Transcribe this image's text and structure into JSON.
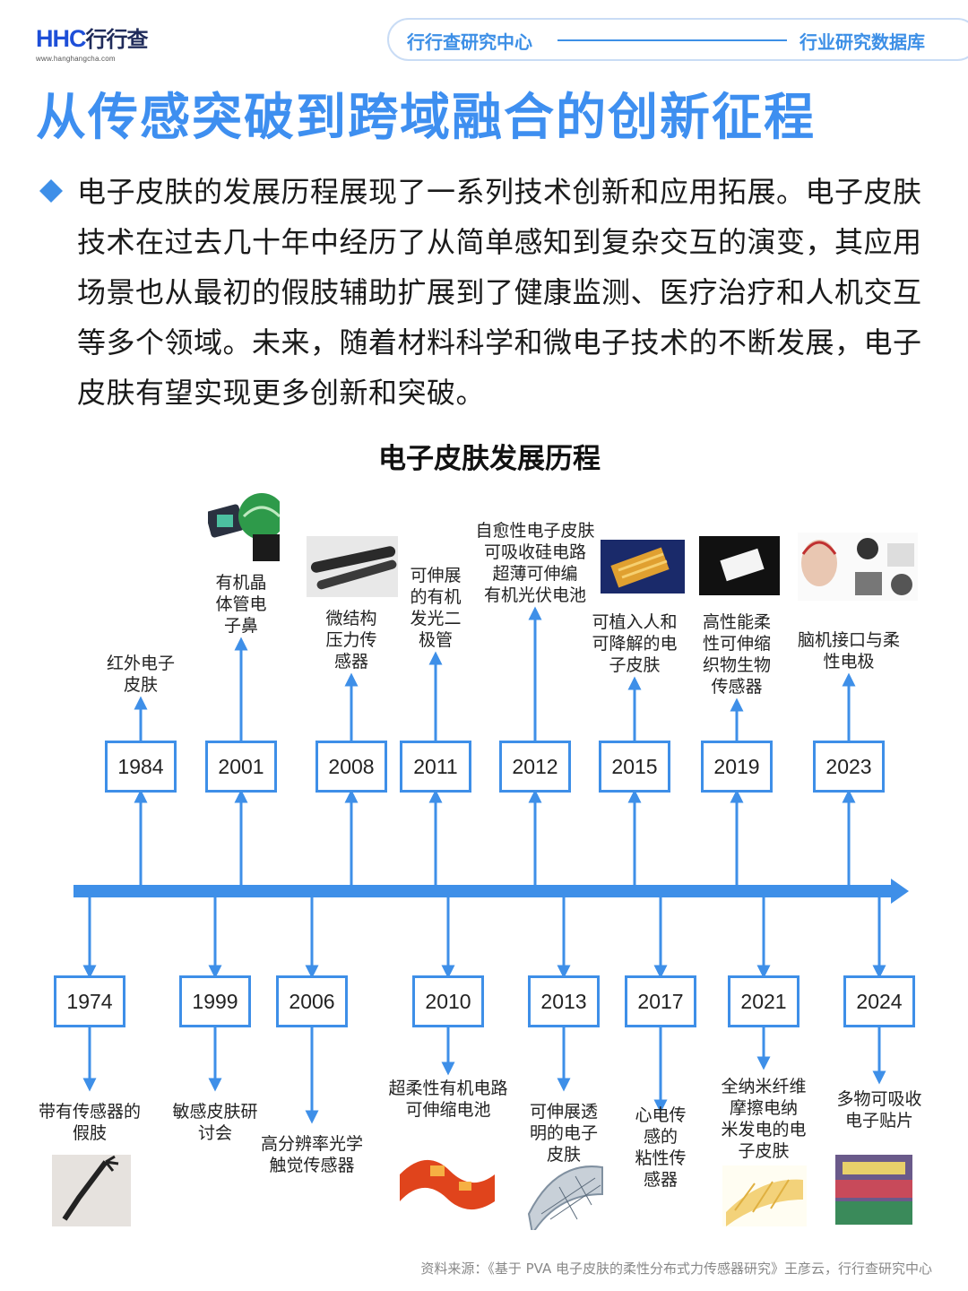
{
  "logo": {
    "brand": "HHC",
    "name": "行行查",
    "url": "www.hanghangcha.com"
  },
  "header": {
    "left": "行行查研究中心",
    "right": "行业研究数据库"
  },
  "title": "从传感突破到跨域融合的创新征程",
  "intro": "电子皮肤的发展历程展现了一系列技术创新和应用拓展。电子皮肤技术在过去几十年中经历了从简单感知到复杂交互的演变，其应用场景也从最初的假肢辅助扩展到了健康监测、医疗治疗和人机交互等多个领域。未来，随着材料科学和微电子技术的不断发展，电子皮肤有望实现更多创新和突破。",
  "timeline": {
    "title": "电子皮肤发展历程",
    "top": [
      {
        "year": "1984",
        "event": "红外电子\n皮肤"
      },
      {
        "year": "2001",
        "event": "有机晶\n体管电\n子鼻"
      },
      {
        "year": "2008",
        "event": "微结构\n压力传\n感器"
      },
      {
        "year": "2011",
        "event": "可伸展\n的有机\n发光二\n极管"
      },
      {
        "year": "2012",
        "event": "自愈性电子皮肤\n可吸收硅电路\n超薄可伸编\n有机光伏电池"
      },
      {
        "year": "2015",
        "event": "可植入人和\n可降解的电\n子皮肤"
      },
      {
        "year": "2019",
        "event": "高性能柔\n性可伸缩\n织物生物\n传感器"
      },
      {
        "year": "2023",
        "event": "脑机接口与柔\n性电极"
      }
    ],
    "bottom": [
      {
        "year": "1974",
        "event": "带有传感器的\n假肢"
      },
      {
        "year": "1999",
        "event": "敏感皮肤研\n讨会"
      },
      {
        "year": "2006",
        "event": "高分辨率光学\n触觉传感器"
      },
      {
        "year": "2010",
        "event": "超柔性有机电路\n可伸缩电池"
      },
      {
        "year": "2013",
        "event": "可伸展透\n明的电子\n皮肤"
      },
      {
        "year": "2017",
        "event": "心电传\n感的\n粘性传\n感器"
      },
      {
        "year": "2021",
        "event": "全纳米纤维\n摩擦电纳\n米发电的电\n子皮肤"
      },
      {
        "year": "2024",
        "event": "多物可吸收\n电子贴片"
      }
    ]
  },
  "source": "资料来源：《基于 PVA 电子皮肤的柔性分布式力传感器研究》王彦云，行行查研究中心",
  "colors": {
    "accent": "#3e8fe8",
    "title": "#3e8ff0",
    "brand": "#1e4fd8"
  }
}
